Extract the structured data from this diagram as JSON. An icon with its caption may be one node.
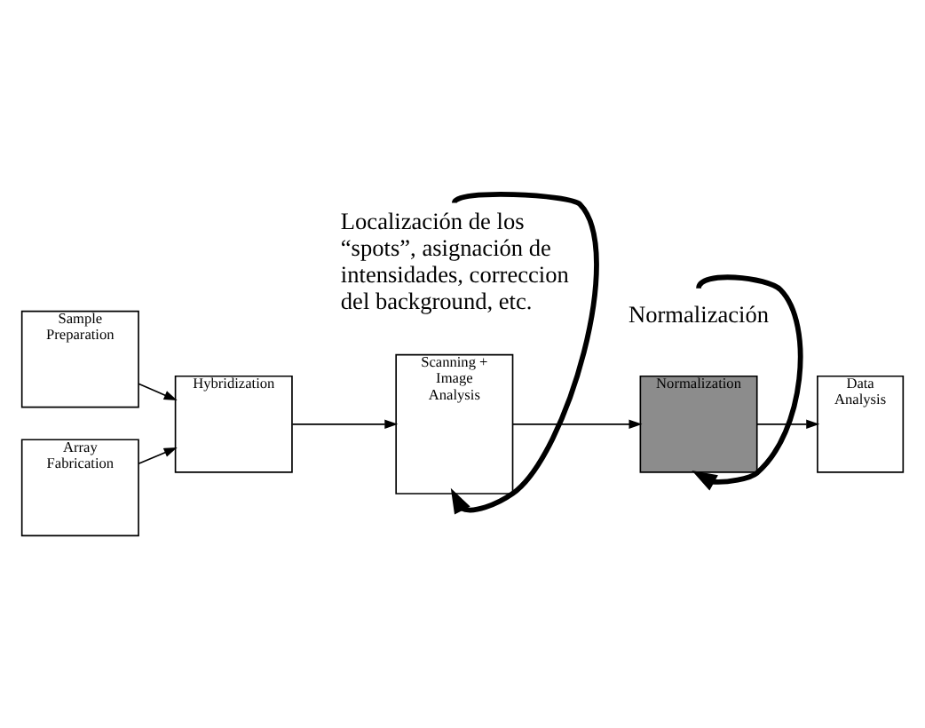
{
  "diagram": {
    "nodes": [
      {
        "text": [
          "Sample Preparation"
        ]
      },
      {
        "text": [
          "Array Fabrication"
        ]
      },
      {
        "text": [
          "Hybridization"
        ]
      },
      {
        "text": [
          "Scanning + Image Analysis"
        ]
      },
      {
        "text": [
          "Normalization"
        ]
      },
      {
        "text": [
          "Data Analysis"
        ]
      },
      {
        "text": [
          "Normalización"
        ]
      },
      {
        "text": [
          "Localización de los “spots”, asignación de intensidades, correccion del background, etc."
        ]
      }
    ],
    "edges": [
      {
        "from": 0,
        "to": 2,
        "arrow": "to"
      },
      {
        "from": 1,
        "to": 2,
        "arrow": "to"
      },
      {
        "from": 2,
        "to": 3,
        "arrow": "to"
      },
      {
        "from": 3,
        "to": 4,
        "arrow": "to"
      },
      {
        "from": 4,
        "to": 5,
        "arrow": "to"
      },
      {
        "from": 7,
        "to": 3,
        "arrow": "to",
        "style": "thick"
      },
      {
        "from": 6,
        "to": 4,
        "arrow": "to",
        "style": "thick"
      }
    ]
  }
}
